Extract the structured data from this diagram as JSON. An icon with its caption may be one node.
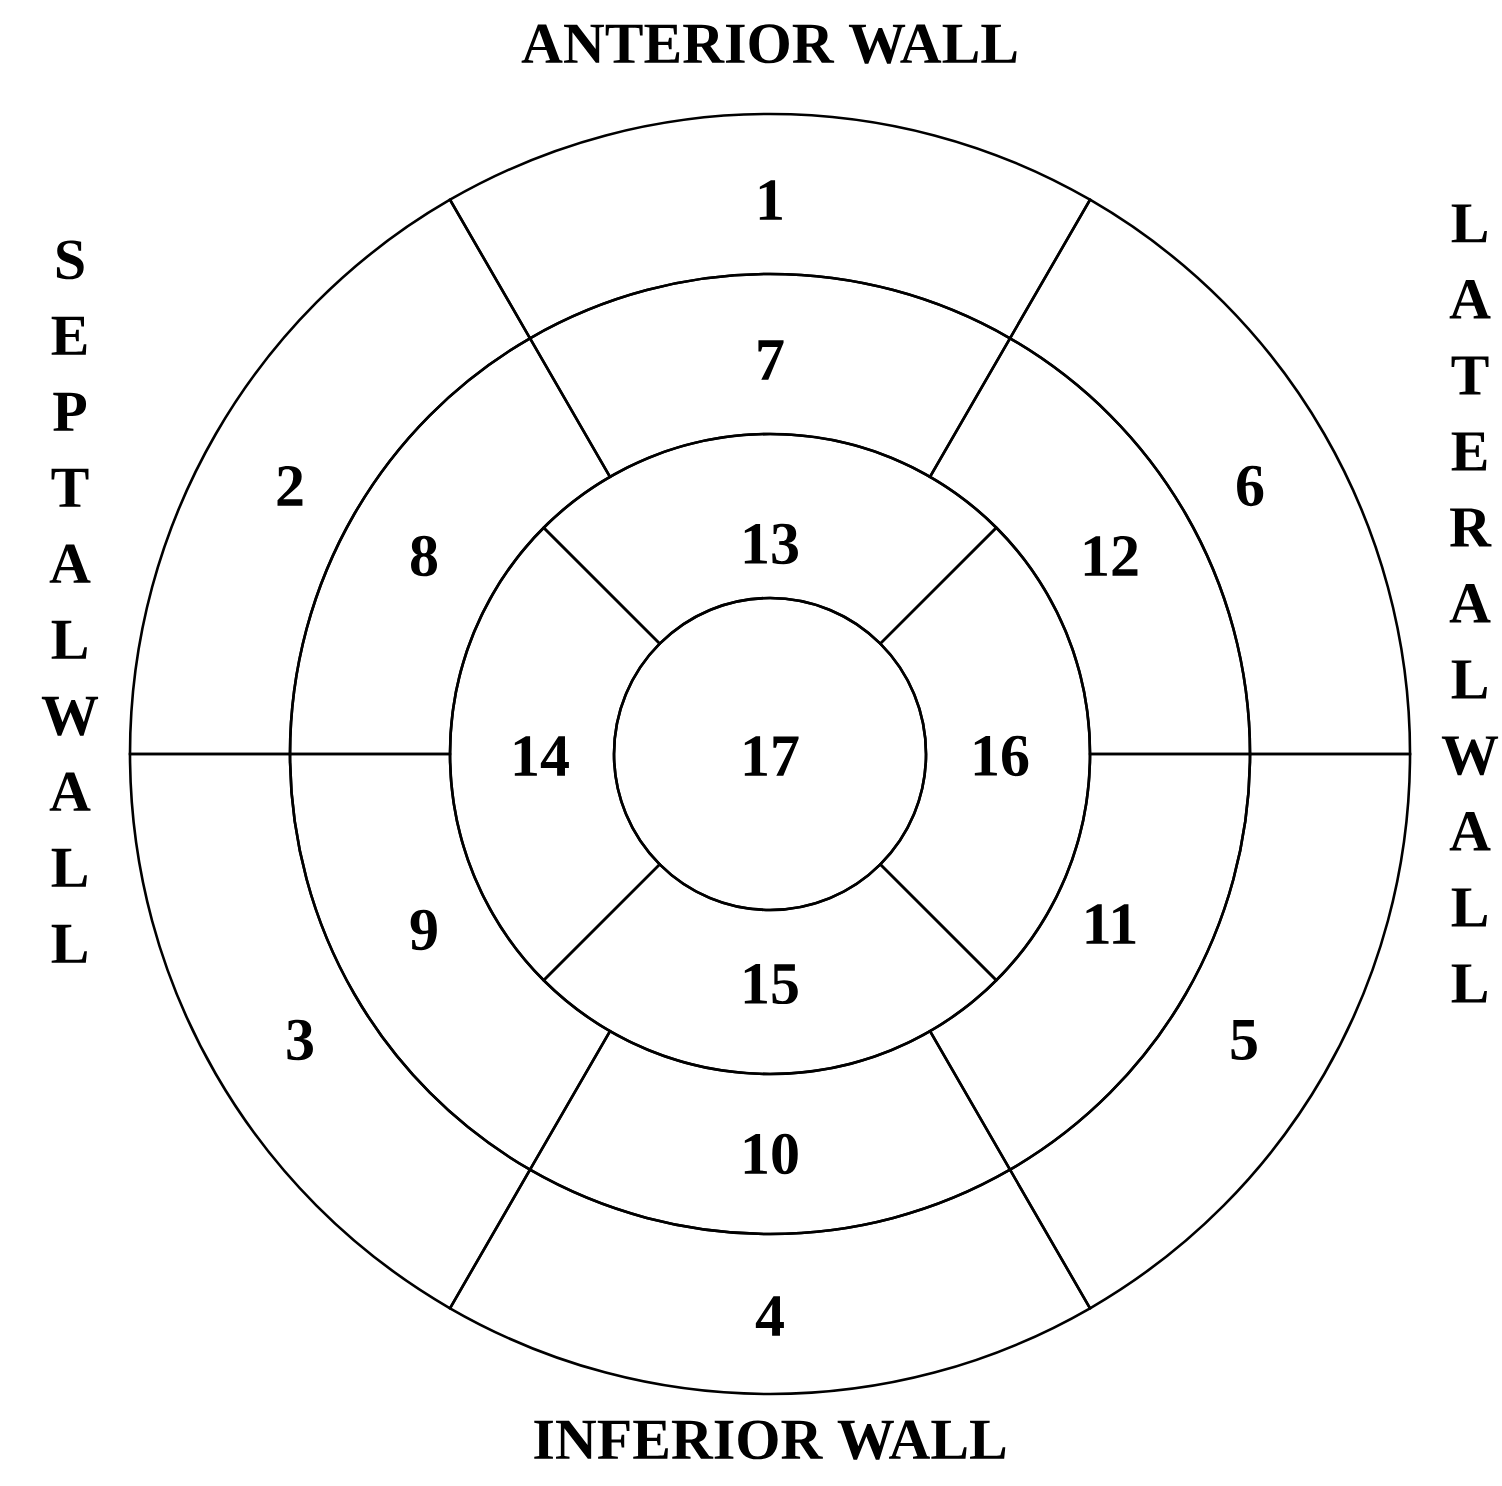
{
  "diagram": {
    "nodes": [
      {
        "text": [
          "1"
        ]
      },
      {
        "text": [
          "2"
        ]
      },
      {
        "text": [
          "3"
        ]
      },
      {
        "text": [
          "4"
        ]
      },
      {
        "text": [
          "5"
        ]
      },
      {
        "text": [
          "6"
        ]
      },
      {
        "text": [
          "7"
        ]
      },
      {
        "text": [
          "8"
        ]
      },
      {
        "text": [
          "9"
        ]
      },
      {
        "text": [
          "10"
        ]
      },
      {
        "text": [
          "11"
        ]
      },
      {
        "text": [
          "12"
        ]
      },
      {
        "text": [
          "13"
        ]
      },
      {
        "text": [
          "14"
        ]
      },
      {
        "text": [
          "15"
        ]
      },
      {
        "text": [
          "16"
        ]
      },
      {
        "text": [
          "17"
        ]
      }
    ],
    "labels": [
      "ANTERIOR WALL",
      "SEPTAL WALL",
      "LATERAL WALL",
      "INFERIOR WALL"
    ]
  }
}
